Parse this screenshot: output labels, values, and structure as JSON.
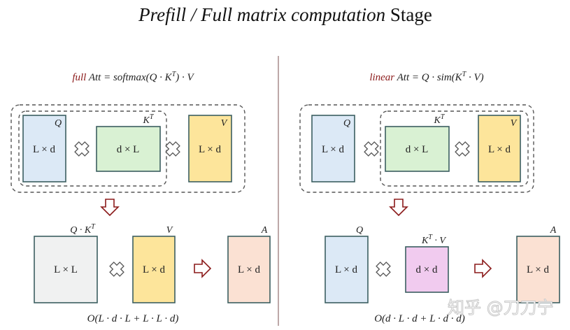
{
  "title": {
    "italic": "Prefill / Full matrix computation",
    "regular": " Stage"
  },
  "colors": {
    "blue": "#dce9f6",
    "green": "#d9f1d3",
    "yellow": "#fde59b",
    "grey": "#f0f1f1",
    "peach": "#fbe1d3",
    "pink": "#f1cbef",
    "accent": "#8b1a1a"
  },
  "left": {
    "formula": {
      "kind": "full",
      "body1": " Att = softmax(Q · K",
      "sup": "T",
      "body2": ") · V"
    },
    "top": {
      "q": {
        "label": "Q",
        "dim": "L × d"
      },
      "k": {
        "label": "K",
        "sup": "T",
        "dim": "d × L"
      },
      "v": {
        "label": "V",
        "dim": "L × d"
      }
    },
    "bottom": {
      "m1": {
        "label": "Q · K",
        "sup": "T",
        "dim": "L × L"
      },
      "m2": {
        "label": "V",
        "dim": "L × d"
      },
      "out": {
        "label": "A",
        "dim": "L × d"
      }
    },
    "complexity": "O(L · d · L + L · L · d)"
  },
  "right": {
    "formula": {
      "kind": "linear",
      "body1": " Att = Q · sim(K",
      "sup": "T",
      "body2": " · V)"
    },
    "top": {
      "q": {
        "label": "Q",
        "dim": "L × d"
      },
      "k": {
        "label": "K",
        "sup": "T",
        "dim": "d × L"
      },
      "v": {
        "label": "V",
        "dim": "L × d"
      }
    },
    "bottom": {
      "m1": {
        "label": "Q",
        "dim": "L × d"
      },
      "m2": {
        "label": "K",
        "sup": "T",
        "label2": " · V",
        "dim": "d × d"
      },
      "out": {
        "label": "A",
        "dim": "L × d"
      }
    },
    "complexity": "O(d · L · d + L · d · d)"
  },
  "watermark": "知乎 @刀刀宁"
}
